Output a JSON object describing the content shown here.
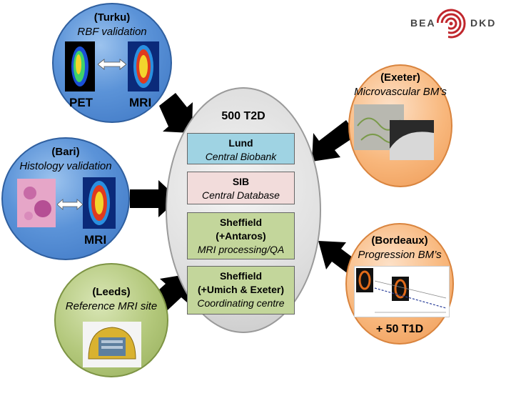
{
  "logo": {
    "left": "BEA",
    "right": "DKD"
  },
  "center": {
    "title": "500 T2D"
  },
  "boxes": [
    {
      "title": "Lund",
      "subtitle": "Central Biobank",
      "color": "#9fd3e3"
    },
    {
      "title": "SIB",
      "subtitle": "Central Database",
      "color": "#f2dcdb"
    },
    {
      "title": "Sheffield",
      "title2": "(+Antaros)",
      "subtitle": "MRI processing/QA",
      "color": "#c3d69b"
    },
    {
      "title": "Sheffield",
      "title2": "(+Umich & Exeter)",
      "subtitle": "Coordinating centre",
      "color": "#c3d69b"
    }
  ],
  "sites": {
    "turku": {
      "title": "(Turku)",
      "subtitle": "RBF validation",
      "label_left": "PET",
      "label_right": "MRI"
    },
    "bari": {
      "title": "(Bari)",
      "subtitle": "Histology validation",
      "label_right": "MRI"
    },
    "leeds": {
      "title": "(Leeds)",
      "subtitle": "Reference MRI site"
    },
    "exeter": {
      "title": "(Exeter)",
      "subtitle": "Microvascular BM’s"
    },
    "bordeaux": {
      "title": "(Bordeaux)",
      "subtitle": "Progression BM’s",
      "extra": "+ 50 T1D"
    }
  },
  "colors": {
    "blue": "#5b93d8",
    "orange": "#f8b77c",
    "green": "#b2c77a",
    "grey": "#dedede",
    "arrow": "#000000",
    "logo_red": "#c0272d"
  }
}
